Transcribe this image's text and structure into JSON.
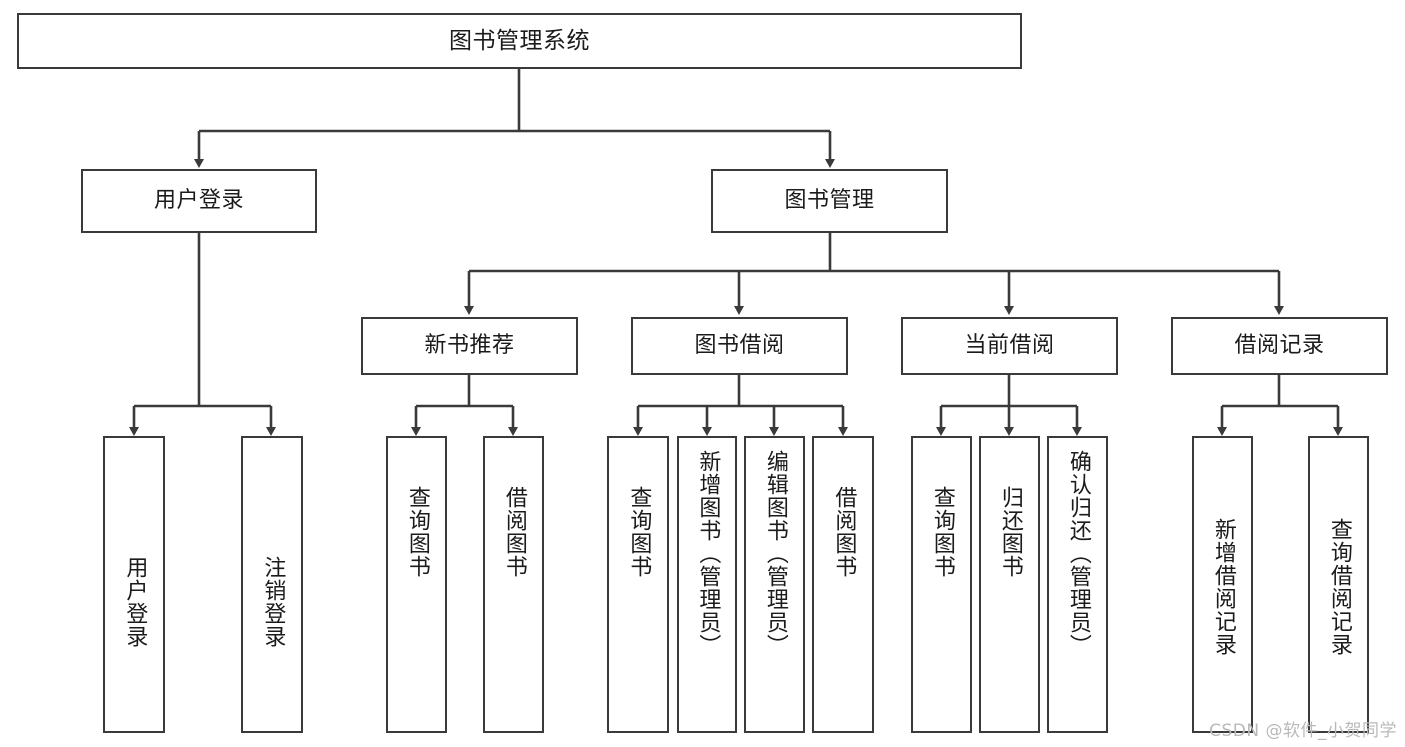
{
  "diagram": {
    "type": "tree-hierarchy",
    "title": "图书管理系统",
    "watermark": "CSDN @软件_小贺同学",
    "colors": {
      "box_border": "#3a3a3a",
      "box_fill": "#ffffff",
      "connector": "#3a3a3a",
      "text": "#1b1b1b",
      "watermark": "#b9b9b9"
    },
    "root": {
      "label": "图书管理系统"
    },
    "level2": [
      {
        "label": "用户登录"
      },
      {
        "label": "图书管理"
      }
    ],
    "level3": [
      {
        "label": "新书推荐"
      },
      {
        "label": "图书借阅"
      },
      {
        "label": "当前借阅"
      },
      {
        "label": "借阅记录"
      }
    ],
    "leaves": {
      "user_login": [
        {
          "label": "用户登录"
        },
        {
          "label": "注销登录"
        }
      ],
      "new_book_recommend": [
        {
          "label": "查询图书"
        },
        {
          "label": "借阅图书"
        }
      ],
      "book_borrow": [
        {
          "label": "查询图书"
        },
        {
          "label": "新增图书（管理员）"
        },
        {
          "label": "编辑图书（管理员）"
        },
        {
          "label": "借阅图书"
        }
      ],
      "current_borrow": [
        {
          "label": "查询图书"
        },
        {
          "label": "归还图书"
        },
        {
          "label": "确认归还（管理员）"
        }
      ],
      "borrow_record": [
        {
          "label": "新增借阅记录"
        },
        {
          "label": "查询借阅记录"
        }
      ]
    }
  }
}
